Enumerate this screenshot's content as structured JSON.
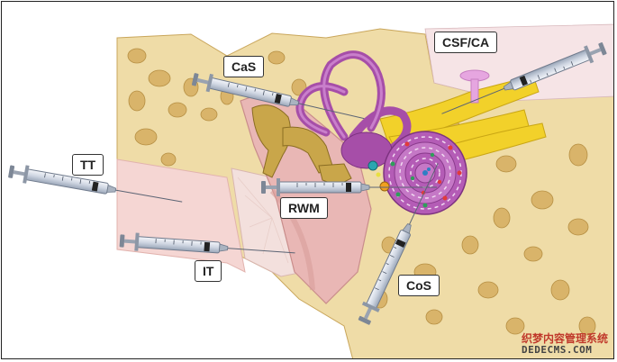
{
  "labels": {
    "cas": "CaS",
    "csf_ca": "CSF/CA",
    "tt": "TT",
    "rwm": "RWM",
    "it": "IT",
    "cos": "CoS"
  },
  "watermark": {
    "line1": "织梦内容管理系统",
    "line2": "DEDECMS.COM"
  },
  "colors": {
    "bone": "#efdca7",
    "bone_cell": "#d9b46a",
    "labyrinth": "#a64ea8",
    "nerve": "#f2d12a",
    "canal": "#e9b7b5",
    "ossicle": "#c9a64a",
    "syringe_barrel": "#dfe5ee"
  }
}
